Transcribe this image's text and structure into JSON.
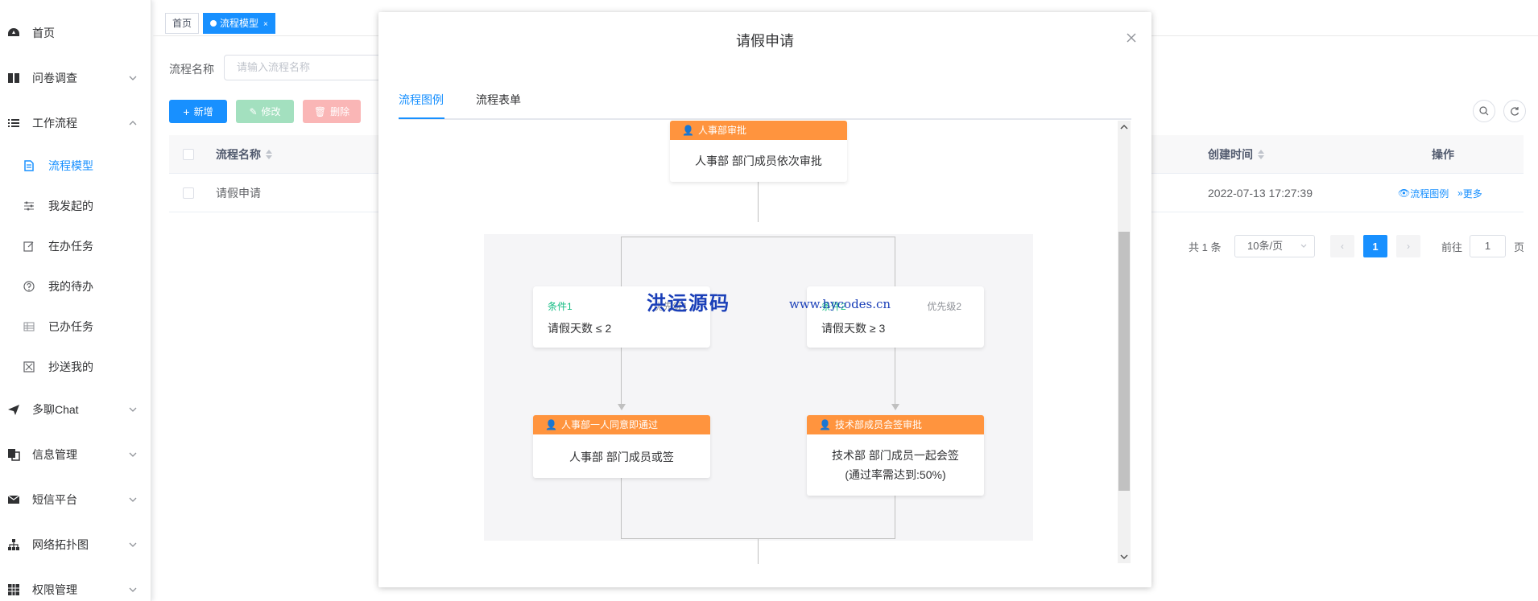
{
  "sidebar": {
    "items": [
      {
        "label": "首页",
        "icon": "dashboard-icon"
      },
      {
        "label": "问卷调查",
        "icon": "book-icon"
      },
      {
        "label": "工作流程",
        "icon": "list-icon"
      },
      {
        "label": "多聊Chat",
        "icon": "send-icon"
      },
      {
        "label": "信息管理",
        "icon": "copy-icon"
      },
      {
        "label": "短信平台",
        "icon": "mail-icon"
      },
      {
        "label": "网络拓扑图",
        "icon": "tree-icon"
      },
      {
        "label": "权限管理",
        "icon": "grid-icon"
      }
    ],
    "subitems": [
      {
        "label": "流程模型",
        "active": true
      },
      {
        "label": "我发起的"
      },
      {
        "label": "在办任务"
      },
      {
        "label": "我的待办"
      },
      {
        "label": "已办任务"
      },
      {
        "label": "抄送我的"
      }
    ]
  },
  "tags": {
    "home": "首页",
    "current": "流程模型",
    "close": "×"
  },
  "search": {
    "label": "流程名称",
    "placeholder": "请输入流程名称"
  },
  "toolbar": {
    "add": "新增",
    "edit": "修改",
    "delete": "删除"
  },
  "table": {
    "headers": {
      "name": "流程名称",
      "created": "创建时间",
      "ops": "操作"
    },
    "rows": [
      {
        "name": "请假申请",
        "created": "2022-07-13 17:27:39",
        "op1": "流程图例",
        "op2": "更多"
      }
    ]
  },
  "pagination": {
    "total": "共 1 条",
    "page_size": "10条/页",
    "current": "1",
    "goto_label": "前往",
    "goto_value": "1",
    "page_suffix": "页"
  },
  "modal": {
    "title": "请假申请",
    "tabs": [
      "流程图例",
      "流程表单"
    ],
    "nodes": {
      "top": {
        "head": "人事部审批",
        "body": "人事部 部门成员依次审批"
      },
      "cond1": {
        "title": "条件1",
        "prio": "优先级1",
        "body": "请假天数 ≤ 2"
      },
      "cond2": {
        "title": "条件2",
        "prio": "优先级2",
        "body": "请假天数 ≥ 3"
      },
      "left": {
        "head": "人事部一人同意即通过",
        "body": "人事部 部门成员或签"
      },
      "right": {
        "head": "技术部成员会签审批",
        "body1": "技术部 部门成员一起会签",
        "body2": "(通过率需达到:50%)"
      }
    },
    "watermark": {
      "cn": "洪运源码",
      "en": "www.hycodes.cn"
    }
  },
  "colors": {
    "primary": "#1890ff",
    "node_head": "#ff943e",
    "condition": "#15bc83"
  }
}
